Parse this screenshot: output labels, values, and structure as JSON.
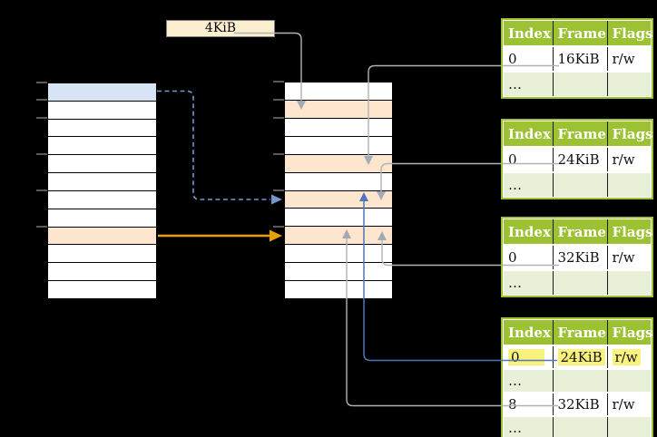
{
  "frame_size_label": "4KiB",
  "page_table_header": {
    "index": "Index",
    "frame": "Frame",
    "flags": "Flags"
  },
  "page_tables": [
    {
      "name": "page-table-at-16kib",
      "rows": [
        {
          "index": "0",
          "frame": "16KiB",
          "flags": "r/w"
        },
        {
          "index": "…",
          "frame": "",
          "flags": ""
        }
      ]
    },
    {
      "name": "page-table-at-24kib",
      "rows": [
        {
          "index": "0",
          "frame": "24KiB",
          "flags": "r/w"
        },
        {
          "index": "…",
          "frame": "",
          "flags": ""
        }
      ]
    },
    {
      "name": "page-table-at-32kib",
      "rows": [
        {
          "index": "0",
          "frame": "32KiB",
          "flags": "r/w"
        },
        {
          "index": "…",
          "frame": "",
          "flags": ""
        }
      ]
    },
    {
      "name": "level2-page-table",
      "rows": [
        {
          "index": "0",
          "frame": "24KiB",
          "flags": "r/w",
          "highlighted": true
        },
        {
          "index": "…",
          "frame": "",
          "flags": ""
        },
        {
          "index": "8",
          "frame": "32KiB",
          "flags": "r/w"
        },
        {
          "index": "…",
          "frame": "",
          "flags": ""
        }
      ]
    }
  ],
  "memory": {
    "virtual_column": {
      "row_count": 12,
      "blue_page_row": 1,
      "orange_page_row": 9
    },
    "physical_column": {
      "row_count": 12,
      "page_table_frame_rows": [
        2,
        5,
        7,
        9
      ]
    }
  },
  "colors": {
    "header_green": "#9CC234",
    "row_light_green": "#E9F0D8",
    "frame_orange": "#FDE5CE",
    "page_blue": "#D7E4F5",
    "label_cream": "#FBEFD0",
    "highlight_yellow": "#FBF27D",
    "connector_gray": "#B2B2B2",
    "arrowhead_gray": "#A3A9B5",
    "arrow_orange": "#E8A200",
    "arrow_blue": "#4D76BC",
    "arrow_blue_dashed": "#7497CF"
  }
}
